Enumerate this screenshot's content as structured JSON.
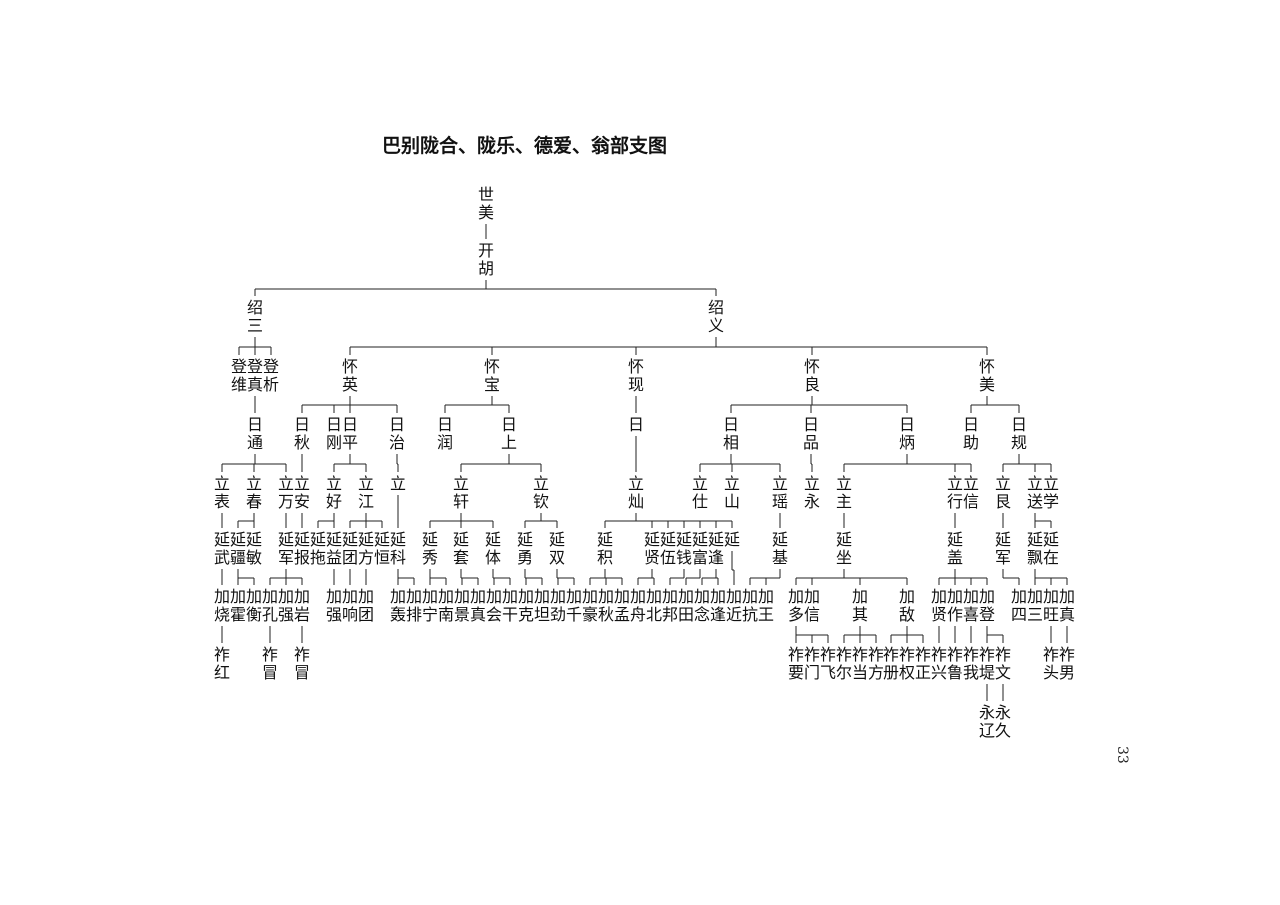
{
  "title": "巴别陇合、陇乐、德爱、翁部支图",
  "page_number": "33",
  "nodes": [
    {
      "id": "r1",
      "text": "世美"
    },
    {
      "id": "r2",
      "text": "开胡"
    },
    {
      "id": "s3",
      "text": "绍三"
    },
    {
      "id": "s9",
      "text": "绍义"
    },
    {
      "id": "d1",
      "text": "登维"
    },
    {
      "id": "d2",
      "text": "登真"
    },
    {
      "id": "d3",
      "text": "登析"
    },
    {
      "id": "hy",
      "text": "怀英"
    },
    {
      "id": "hb",
      "text": "怀宝"
    },
    {
      "id": "hx",
      "text": "怀现"
    },
    {
      "id": "hl",
      "text": "怀良"
    },
    {
      "id": "hm",
      "text": "怀美"
    },
    {
      "id": "rt",
      "text": "日通"
    },
    {
      "id": "rq",
      "text": "日秋"
    },
    {
      "id": "rg",
      "text": "日刚"
    },
    {
      "id": "rp",
      "text": "日平"
    },
    {
      "id": "rz",
      "text": "日治"
    },
    {
      "id": "rr",
      "text": "日润"
    },
    {
      "id": "rs",
      "text": "日上"
    },
    {
      "id": "rx",
      "text": "日"
    },
    {
      "id": "rxi",
      "text": "日相"
    },
    {
      "id": "rpi",
      "text": "日品"
    },
    {
      "id": "rbi",
      "text": "日炳"
    },
    {
      "id": "rzh",
      "text": "日助"
    },
    {
      "id": "rgu",
      "text": "日规"
    },
    {
      "id": "l1",
      "text": "立表"
    },
    {
      "id": "l2",
      "text": "立春"
    },
    {
      "id": "l3",
      "text": "立万"
    },
    {
      "id": "l4",
      "text": "立安"
    },
    {
      "id": "l5",
      "text": "立好"
    },
    {
      "id": "l6",
      "text": "立江"
    },
    {
      "id": "l7",
      "text": "立"
    },
    {
      "id": "l8",
      "text": "立轩"
    },
    {
      "id": "l9",
      "text": "立钦"
    },
    {
      "id": "l10",
      "text": "立灿"
    },
    {
      "id": "l11",
      "text": "立仕"
    },
    {
      "id": "l12",
      "text": "立山"
    },
    {
      "id": "l13",
      "text": "立瑶"
    },
    {
      "id": "l14",
      "text": "立永"
    },
    {
      "id": "l15",
      "text": "立主"
    },
    {
      "id": "l16",
      "text": "立行"
    },
    {
      "id": "l17",
      "text": "立信"
    },
    {
      "id": "l18",
      "text": "立艮"
    },
    {
      "id": "l19",
      "text": "立送"
    },
    {
      "id": "l20",
      "text": "立学"
    },
    {
      "id": "y1",
      "text": "延武"
    },
    {
      "id": "y2",
      "text": "延疆"
    },
    {
      "id": "y3",
      "text": "延敏"
    },
    {
      "id": "y4",
      "text": "延军"
    },
    {
      "id": "y5",
      "text": "延报"
    },
    {
      "id": "y6",
      "text": "延拖"
    },
    {
      "id": "y7",
      "text": "延益"
    },
    {
      "id": "y8",
      "text": "延团"
    },
    {
      "id": "y9",
      "text": "延方"
    },
    {
      "id": "y10",
      "text": "延恒"
    },
    {
      "id": "y11",
      "text": "延科"
    },
    {
      "id": "y12",
      "text": "延秀"
    },
    {
      "id": "y13",
      "text": "延套"
    },
    {
      "id": "y14",
      "text": "延体"
    },
    {
      "id": "y15",
      "text": "延勇"
    },
    {
      "id": "y16",
      "text": "延双"
    },
    {
      "id": "y17",
      "text": "延积"
    },
    {
      "id": "y18",
      "text": "延贤"
    },
    {
      "id": "y19",
      "text": "延伍"
    },
    {
      "id": "y20",
      "text": "延钱"
    },
    {
      "id": "y21",
      "text": "延富"
    },
    {
      "id": "y22",
      "text": "延逢"
    },
    {
      "id": "y23",
      "text": "延"
    },
    {
      "id": "y24",
      "text": "延基"
    },
    {
      "id": "y25",
      "text": "延坐"
    },
    {
      "id": "y26",
      "text": "延盖"
    },
    {
      "id": "y27",
      "text": "延军"
    },
    {
      "id": "y28",
      "text": "延飘"
    },
    {
      "id": "y29",
      "text": "延在"
    },
    {
      "id": "j1",
      "text": "加烧"
    },
    {
      "id": "j2",
      "text": "加霍"
    },
    {
      "id": "j3",
      "text": "加衡"
    },
    {
      "id": "j4",
      "text": "加孔"
    },
    {
      "id": "j5",
      "text": "加强"
    },
    {
      "id": "j6",
      "text": "加岩"
    },
    {
      "id": "j7",
      "text": "加强"
    },
    {
      "id": "j8",
      "text": "加响"
    },
    {
      "id": "j9",
      "text": "加团"
    },
    {
      "id": "j10",
      "text": "加轰"
    },
    {
      "id": "j11",
      "text": "加排"
    },
    {
      "id": "j12",
      "text": "加宁"
    },
    {
      "id": "j13",
      "text": "加南"
    },
    {
      "id": "j14",
      "text": "加景"
    },
    {
      "id": "j15",
      "text": "加真"
    },
    {
      "id": "j16",
      "text": "加会"
    },
    {
      "id": "j17",
      "text": "加干"
    },
    {
      "id": "j18",
      "text": "加克"
    },
    {
      "id": "j19",
      "text": "加坦"
    },
    {
      "id": "j20",
      "text": "加劲"
    },
    {
      "id": "j21",
      "text": "加千"
    },
    {
      "id": "j22",
      "text": "加豪"
    },
    {
      "id": "j23",
      "text": "加秋"
    },
    {
      "id": "j24",
      "text": "加孟"
    },
    {
      "id": "j25",
      "text": "加舟"
    },
    {
      "id": "j26",
      "text": "加北"
    },
    {
      "id": "j27",
      "text": "加邦"
    },
    {
      "id": "j28",
      "text": "加田"
    },
    {
      "id": "j29",
      "text": "加念"
    },
    {
      "id": "j30",
      "text": "加逢"
    },
    {
      "id": "j31",
      "text": "加近"
    },
    {
      "id": "j32",
      "text": "加抗"
    },
    {
      "id": "j33",
      "text": "加王"
    },
    {
      "id": "j34",
      "text": "加多"
    },
    {
      "id": "j35",
      "text": "加信"
    },
    {
      "id": "j36",
      "text": "加其"
    },
    {
      "id": "j37",
      "text": "加敌"
    },
    {
      "id": "j38",
      "text": "加贤"
    },
    {
      "id": "j39",
      "text": "加作"
    },
    {
      "id": "j40",
      "text": "加喜"
    },
    {
      "id": "j41",
      "text": "加登"
    },
    {
      "id": "j42",
      "text": "加四"
    },
    {
      "id": "j43",
      "text": "加三"
    },
    {
      "id": "j44",
      "text": "加旺"
    },
    {
      "id": "j45",
      "text": "加真"
    },
    {
      "id": "z1",
      "text": "祚红"
    },
    {
      "id": "z2",
      "text": "祚冒"
    },
    {
      "id": "z3",
      "text": "祚冒"
    },
    {
      "id": "z4",
      "text": "祚要"
    },
    {
      "id": "z5",
      "text": "祚门"
    },
    {
      "id": "z6",
      "text": "祚飞"
    },
    {
      "id": "z7",
      "text": "祚尔"
    },
    {
      "id": "z8",
      "text": "祚当"
    },
    {
      "id": "z9",
      "text": "祚方"
    },
    {
      "id": "z10",
      "text": "祚册"
    },
    {
      "id": "z11",
      "text": "祚权"
    },
    {
      "id": "z12",
      "text": "祚正"
    },
    {
      "id": "z13",
      "text": "祚兴"
    },
    {
      "id": "z14",
      "text": "祚鲁"
    },
    {
      "id": "z15",
      "text": "祚我"
    },
    {
      "id": "z16",
      "text": "祚堤"
    },
    {
      "id": "z17",
      "text": "祚文"
    },
    {
      "id": "z18",
      "text": "祚头"
    },
    {
      "id": "z19",
      "text": "祚男"
    },
    {
      "id": "w1",
      "text": "永辽"
    },
    {
      "id": "w2",
      "text": "永久"
    }
  ],
  "edges": [
    [
      "r1",
      "r2"
    ],
    [
      "r2",
      "s3"
    ],
    [
      "r2",
      "s9"
    ],
    [
      "s3",
      "d1"
    ],
    [
      "s3",
      "d2"
    ],
    [
      "s3",
      "d3"
    ],
    [
      "s9",
      "hy"
    ],
    [
      "s9",
      "hb"
    ],
    [
      "s9",
      "hx"
    ],
    [
      "s9",
      "hl"
    ],
    [
      "s9",
      "hm"
    ],
    [
      "d2",
      "rt"
    ],
    [
      "hy",
      "rq"
    ],
    [
      "hy",
      "rg"
    ],
    [
      "hy",
      "rp"
    ],
    [
      "hy",
      "rz"
    ],
    [
      "hb",
      "rr"
    ],
    [
      "hb",
      "rs"
    ],
    [
      "hx",
      "rx"
    ],
    [
      "hl",
      "rxi"
    ],
    [
      "hl",
      "rpi"
    ],
    [
      "hl",
      "rbi"
    ],
    [
      "hm",
      "rzh"
    ],
    [
      "hm",
      "rgu"
    ],
    [
      "rt",
      "l1"
    ],
    [
      "rt",
      "l2"
    ],
    [
      "rt",
      "l3"
    ],
    [
      "rq",
      "l4"
    ],
    [
      "rp",
      "l5"
    ],
    [
      "rp",
      "l6"
    ],
    [
      "rz",
      "l7"
    ],
    [
      "rs",
      "l8"
    ],
    [
      "rs",
      "l9"
    ],
    [
      "rx",
      "l10"
    ],
    [
      "rxi",
      "l11"
    ],
    [
      "rxi",
      "l12"
    ],
    [
      "rxi",
      "l13"
    ],
    [
      "rpi",
      "l14"
    ],
    [
      "rbi",
      "l15"
    ],
    [
      "rbi",
      "l16"
    ],
    [
      "rbi",
      "l17"
    ],
    [
      "rgu",
      "l18"
    ],
    [
      "rgu",
      "l19"
    ],
    [
      "rgu",
      "l20"
    ],
    [
      "l1",
      "y1"
    ],
    [
      "l2",
      "y2"
    ],
    [
      "l2",
      "y3"
    ],
    [
      "l3",
      "y4"
    ],
    [
      "l4",
      "y5"
    ],
    [
      "l5",
      "y6"
    ],
    [
      "l5",
      "y7"
    ],
    [
      "l6",
      "y8"
    ],
    [
      "l6",
      "y9"
    ],
    [
      "l6",
      "y10"
    ],
    [
      "l7",
      "y11"
    ],
    [
      "l8",
      "y12"
    ],
    [
      "l8",
      "y13"
    ],
    [
      "l8",
      "y14"
    ],
    [
      "l9",
      "y15"
    ],
    [
      "l9",
      "y16"
    ],
    [
      "l10",
      "y17"
    ],
    [
      "l10",
      "y18"
    ],
    [
      "l10",
      "y19"
    ],
    [
      "l10",
      "y20"
    ],
    [
      "l10",
      "y21"
    ],
    [
      "l10",
      "y22"
    ],
    [
      "l10",
      "y23"
    ],
    [
      "l13",
      "y24"
    ],
    [
      "l15",
      "y25"
    ],
    [
      "l16",
      "y26"
    ],
    [
      "l18",
      "y27"
    ],
    [
      "l19",
      "y28"
    ],
    [
      "l19",
      "y29"
    ],
    [
      "y1",
      "j1"
    ],
    [
      "y2",
      "j2"
    ],
    [
      "y2",
      "j3"
    ],
    [
      "y4",
      "j4"
    ],
    [
      "y4",
      "j5"
    ],
    [
      "y4",
      "j6"
    ],
    [
      "y7",
      "j7"
    ],
    [
      "y8",
      "j8"
    ],
    [
      "y9",
      "j9"
    ],
    [
      "y11",
      "j10"
    ],
    [
      "y11",
      "j11"
    ],
    [
      "y12",
      "j12"
    ],
    [
      "y12",
      "j13"
    ],
    [
      "y13",
      "j14"
    ],
    [
      "y13",
      "j15"
    ],
    [
      "y14",
      "j16"
    ],
    [
      "y14",
      "j17"
    ],
    [
      "y15",
      "j18"
    ],
    [
      "y15",
      "j19"
    ],
    [
      "y16",
      "j20"
    ],
    [
      "y16",
      "j21"
    ],
    [
      "y17",
      "j22"
    ],
    [
      "y17",
      "j23"
    ],
    [
      "y17",
      "j24"
    ],
    [
      "y18",
      "j25"
    ],
    [
      "y18",
      "j26"
    ],
    [
      "y20",
      "j27"
    ],
    [
      "y21",
      "j28"
    ],
    [
      "y22",
      "j29"
    ],
    [
      "y22",
      "j30"
    ],
    [
      "y23",
      "j31"
    ],
    [
      "y24",
      "j32"
    ],
    [
      "y24",
      "j33"
    ],
    [
      "y25",
      "j34"
    ],
    [
      "y25",
      "j35"
    ],
    [
      "y25",
      "j36"
    ],
    [
      "y25",
      "j37"
    ],
    [
      "y26",
      "j38"
    ],
    [
      "y26",
      "j39"
    ],
    [
      "y26",
      "j40"
    ],
    [
      "y26",
      "j41"
    ],
    [
      "y27",
      "j42"
    ],
    [
      "y28",
      "j43"
    ],
    [
      "y28",
      "j44"
    ],
    [
      "y28",
      "j45"
    ],
    [
      "j1",
      "z1"
    ],
    [
      "j4",
      "z2"
    ],
    [
      "j6",
      "z3"
    ],
    [
      "j34",
      "z4"
    ],
    [
      "j34",
      "z5"
    ],
    [
      "j34",
      "z6"
    ],
    [
      "j36",
      "z7"
    ],
    [
      "j36",
      "z8"
    ],
    [
      "j36",
      "z9"
    ],
    [
      "j37",
      "z10"
    ],
    [
      "j37",
      "z11"
    ],
    [
      "j37",
      "z12"
    ],
    [
      "j38",
      "z13"
    ],
    [
      "j39",
      "z14"
    ],
    [
      "j40",
      "z15"
    ],
    [
      "j41",
      "z16"
    ],
    [
      "j41",
      "z17"
    ],
    [
      "j44",
      "z18"
    ],
    [
      "j45",
      "z19"
    ],
    [
      "z16",
      "w1"
    ],
    [
      "z17",
      "w2"
    ]
  ]
}
